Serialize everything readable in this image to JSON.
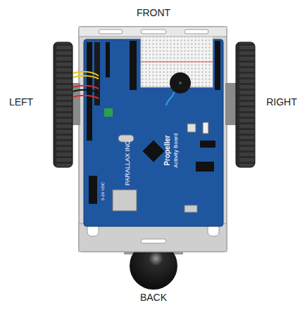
{
  "diagram": {
    "labels": [
      "FRONT",
      "LEFT",
      "RIGHT",
      "BACK",
      "PARALLAX INC",
      "Propeller",
      "Activity Board",
      "6-24 VDC"
    ]
  }
}
